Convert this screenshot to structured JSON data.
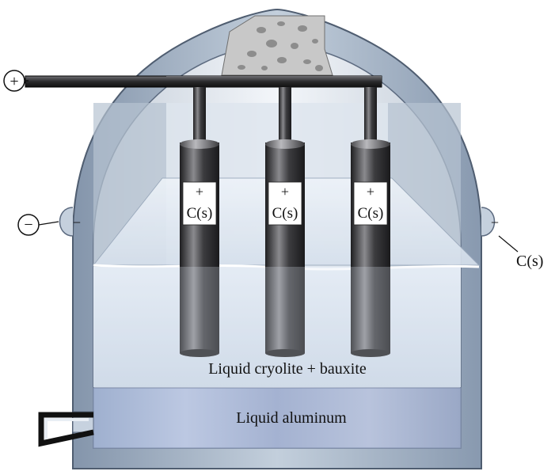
{
  "labels": {
    "anode_sign": "+",
    "anode_material": "C(s)",
    "cathode_sign": "−",
    "cathode_material": "C(s)",
    "positive_terminal": "+",
    "negative_terminal": "−",
    "electrolyte": "Liquid cryolite + bauxite",
    "product": "Liquid aluminum"
  },
  "colors": {
    "shell": "#9fb0c4",
    "shell_dark": "#6d7f95",
    "electrolyte": "#c9d6e6",
    "aluminum": "#aab8d2",
    "electrode": "#3a3a3c",
    "crust": "#c8c8c8"
  }
}
